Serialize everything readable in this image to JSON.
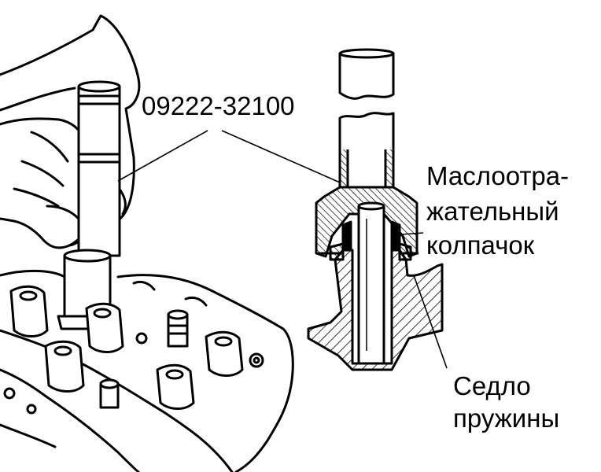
{
  "labels": {
    "tool_number": "09222-32100",
    "seal_line1": "Маслоотра-",
    "seal_line2": "жательный",
    "seal_line3": "колпачок",
    "seat_line1": "Седло",
    "seat_line2": "пружины"
  },
  "colors": {
    "ink": "#000000",
    "paper": "#ffffff"
  }
}
